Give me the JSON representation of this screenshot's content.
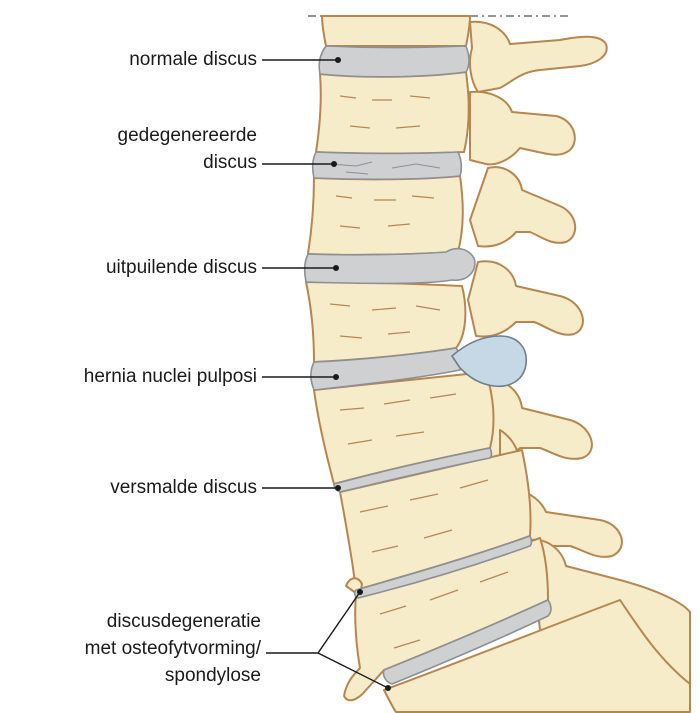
{
  "labels": {
    "normal": "normale discus",
    "degenerated_line1": "gedegenereerde",
    "degenerated_line2": "discus",
    "bulging": "uitpuilende discus",
    "hernia": "hernia nuclei pulposi",
    "narrowed": "versmalde discus",
    "degeneration_line1": "discusdegeneratie",
    "degeneration_line2": "met osteofytvorming/",
    "degeneration_line3": "spondylose"
  },
  "colors": {
    "bone_fill": "#f7ecca",
    "bone_stroke": "#b7864f",
    "disc_fill": "#cfd0d2",
    "disc_stroke": "#8d8f93",
    "hernia_fill": "#c6d8e6",
    "leader_line": "#1a1a1a"
  }
}
